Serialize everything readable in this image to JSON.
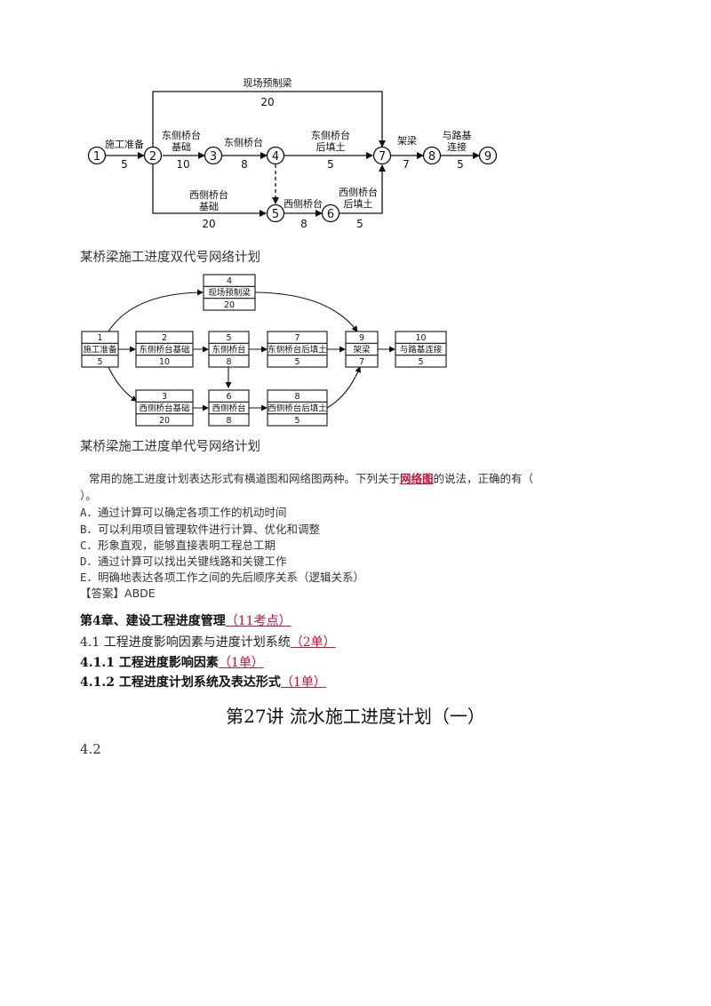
{
  "diagram1": {
    "nodes": [
      "1",
      "2",
      "3",
      "4",
      "5",
      "6",
      "7",
      "8",
      "9"
    ],
    "activities": [
      {
        "name": "施工准备",
        "duration": "5"
      },
      {
        "name": "现场预制梁",
        "duration": "20"
      },
      {
        "name_l1": "东侧桥台",
        "name_l2": "基础",
        "duration": "10"
      },
      {
        "name": "东侧桥台",
        "duration": "8"
      },
      {
        "name_l1": "东侧桥台",
        "name_l2": "后填土",
        "duration": "5"
      },
      {
        "name": "架梁",
        "duration": "7"
      },
      {
        "name_l1": "与路基",
        "name_l2": "连接",
        "duration": "5"
      },
      {
        "name_l1": "西侧桥台",
        "name_l2": "基础",
        "duration": "20"
      },
      {
        "name": "西侧桥台",
        "duration": "8"
      },
      {
        "name_l1": "西侧桥台",
        "name_l2": "后填土",
        "duration": "5"
      }
    ],
    "caption": "某桥梁施工进度双代号网络计划"
  },
  "diagram2": {
    "boxes": [
      {
        "id": "1",
        "name": "施工准备",
        "duration": "5"
      },
      {
        "id": "2",
        "name": "东侧桥台基础",
        "duration": "10"
      },
      {
        "id": "3",
        "name": "西侧桥台基础",
        "duration": "20"
      },
      {
        "id": "4",
        "name": "现场预制梁",
        "duration": "20"
      },
      {
        "id": "5",
        "name": "东侧桥台",
        "duration": "8"
      },
      {
        "id": "6",
        "name": "西侧桥台",
        "duration": "8"
      },
      {
        "id": "7",
        "name": "东侧桥台后填土",
        "duration": "5"
      },
      {
        "id": "8",
        "name": "西侧桥台后填土",
        "duration": "5"
      },
      {
        "id": "9",
        "name": "架梁",
        "duration": "7"
      },
      {
        "id": "10",
        "name": "与路基连接",
        "duration": "5"
      }
    ],
    "caption": "某桥梁施工进度单代号网络计划"
  },
  "question": {
    "stem_before": "常用的施工进度计划表达形式有横道图和网络图两种。下列关于",
    "stem_link": "网络图",
    "stem_after": "的说法，正确的有（",
    "stem_line2": "）。",
    "options": [
      "A．通过计算可以确定各项工作的机动时间",
      "B．可以利用项目管理软件进行计算、优化和调整",
      "C．形象直观，能够直接表明工程总工期",
      "D．通过计算可以找出关键线路和关键工作",
      "E．明确地表达各项工作之间的先后顺序关系（逻辑关系）"
    ],
    "answer_label": "【答案】",
    "answer_value": "ABDE"
  },
  "outline": {
    "chapter": {
      "title": "第4章、建设工程进度管理",
      "tag": "（11考点）"
    },
    "s41": {
      "title": "4.1 工程进度影响因素与进度计划系统",
      "tag": "（2单）"
    },
    "s411": {
      "title": "4.1.1 工程进度影响因素",
      "tag": "（1单）"
    },
    "s412": {
      "title": "4.1.2 工程进度计划系统及表达形式",
      "tag": "（1单）"
    }
  },
  "lecture_title": "第27讲 流水施工进度计划（一）",
  "section_42": "4.2"
}
